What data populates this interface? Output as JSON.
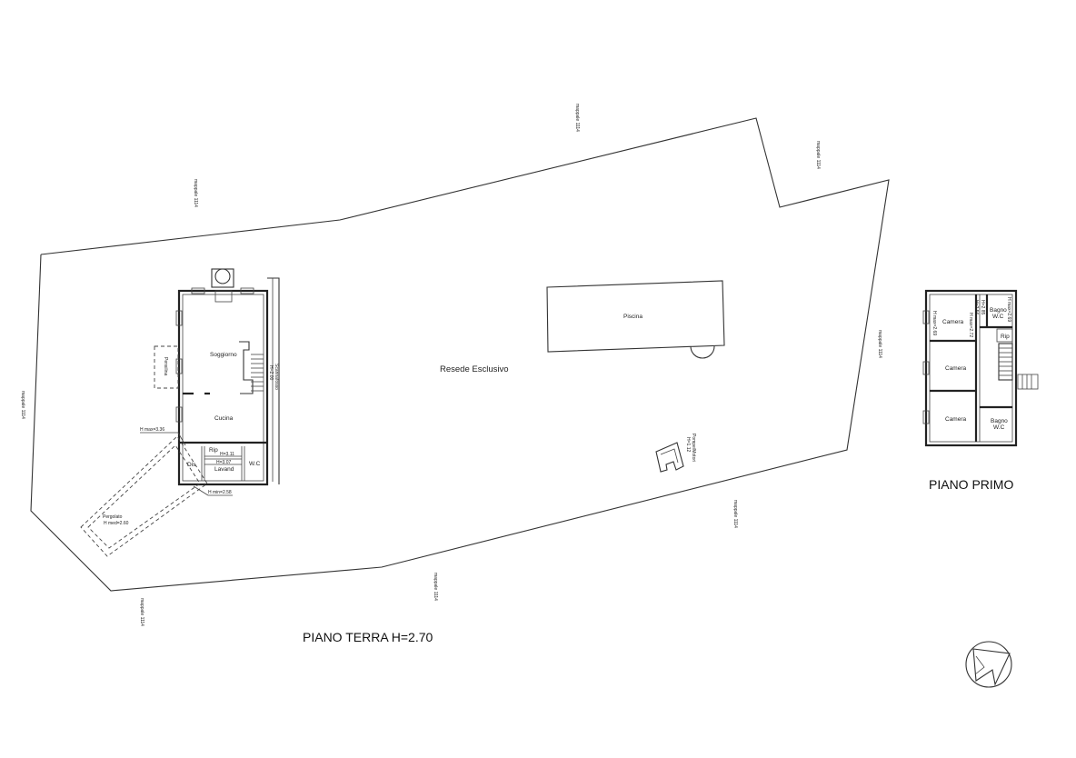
{
  "titles": {
    "ground_floor": "PIANO TERRA  H=2.70",
    "first_floor": "PIANO PRIMO"
  },
  "site": {
    "resede": "Resede Esclusivo",
    "piscina": "Piscina",
    "pompe": "Pompe/Motori",
    "pompe_h": "H=1.12",
    "mappale_label": "mappale 1114"
  },
  "ground": {
    "soggiorno": "Soggiorno",
    "cucina": "Cucina",
    "pensilina": "Pensilina",
    "scannafosso": "Scannafosso",
    "scannafosso_h": "H=2.00",
    "rip": "Rip",
    "rip_h": "H=3.11",
    "lavand_h": "H=3.07",
    "lavand": "Lavand",
    "wc": "W.C",
    "dis": "Dis",
    "hmax": "H max=3.36",
    "hmin": "H min=2.58",
    "pergolato": "Pergolato",
    "pergolato_h": "H med=2.60"
  },
  "first": {
    "camera": "Camera",
    "bagno": "Bagno",
    "wc": "W.C",
    "rip": "Rip",
    "h1": "H max=2.69",
    "h2": "H max=2.72",
    "h3": "H max=2.69",
    "h4": "H=2.56",
    "h5": "H=2.85"
  },
  "compass": "north-arrow-icon"
}
